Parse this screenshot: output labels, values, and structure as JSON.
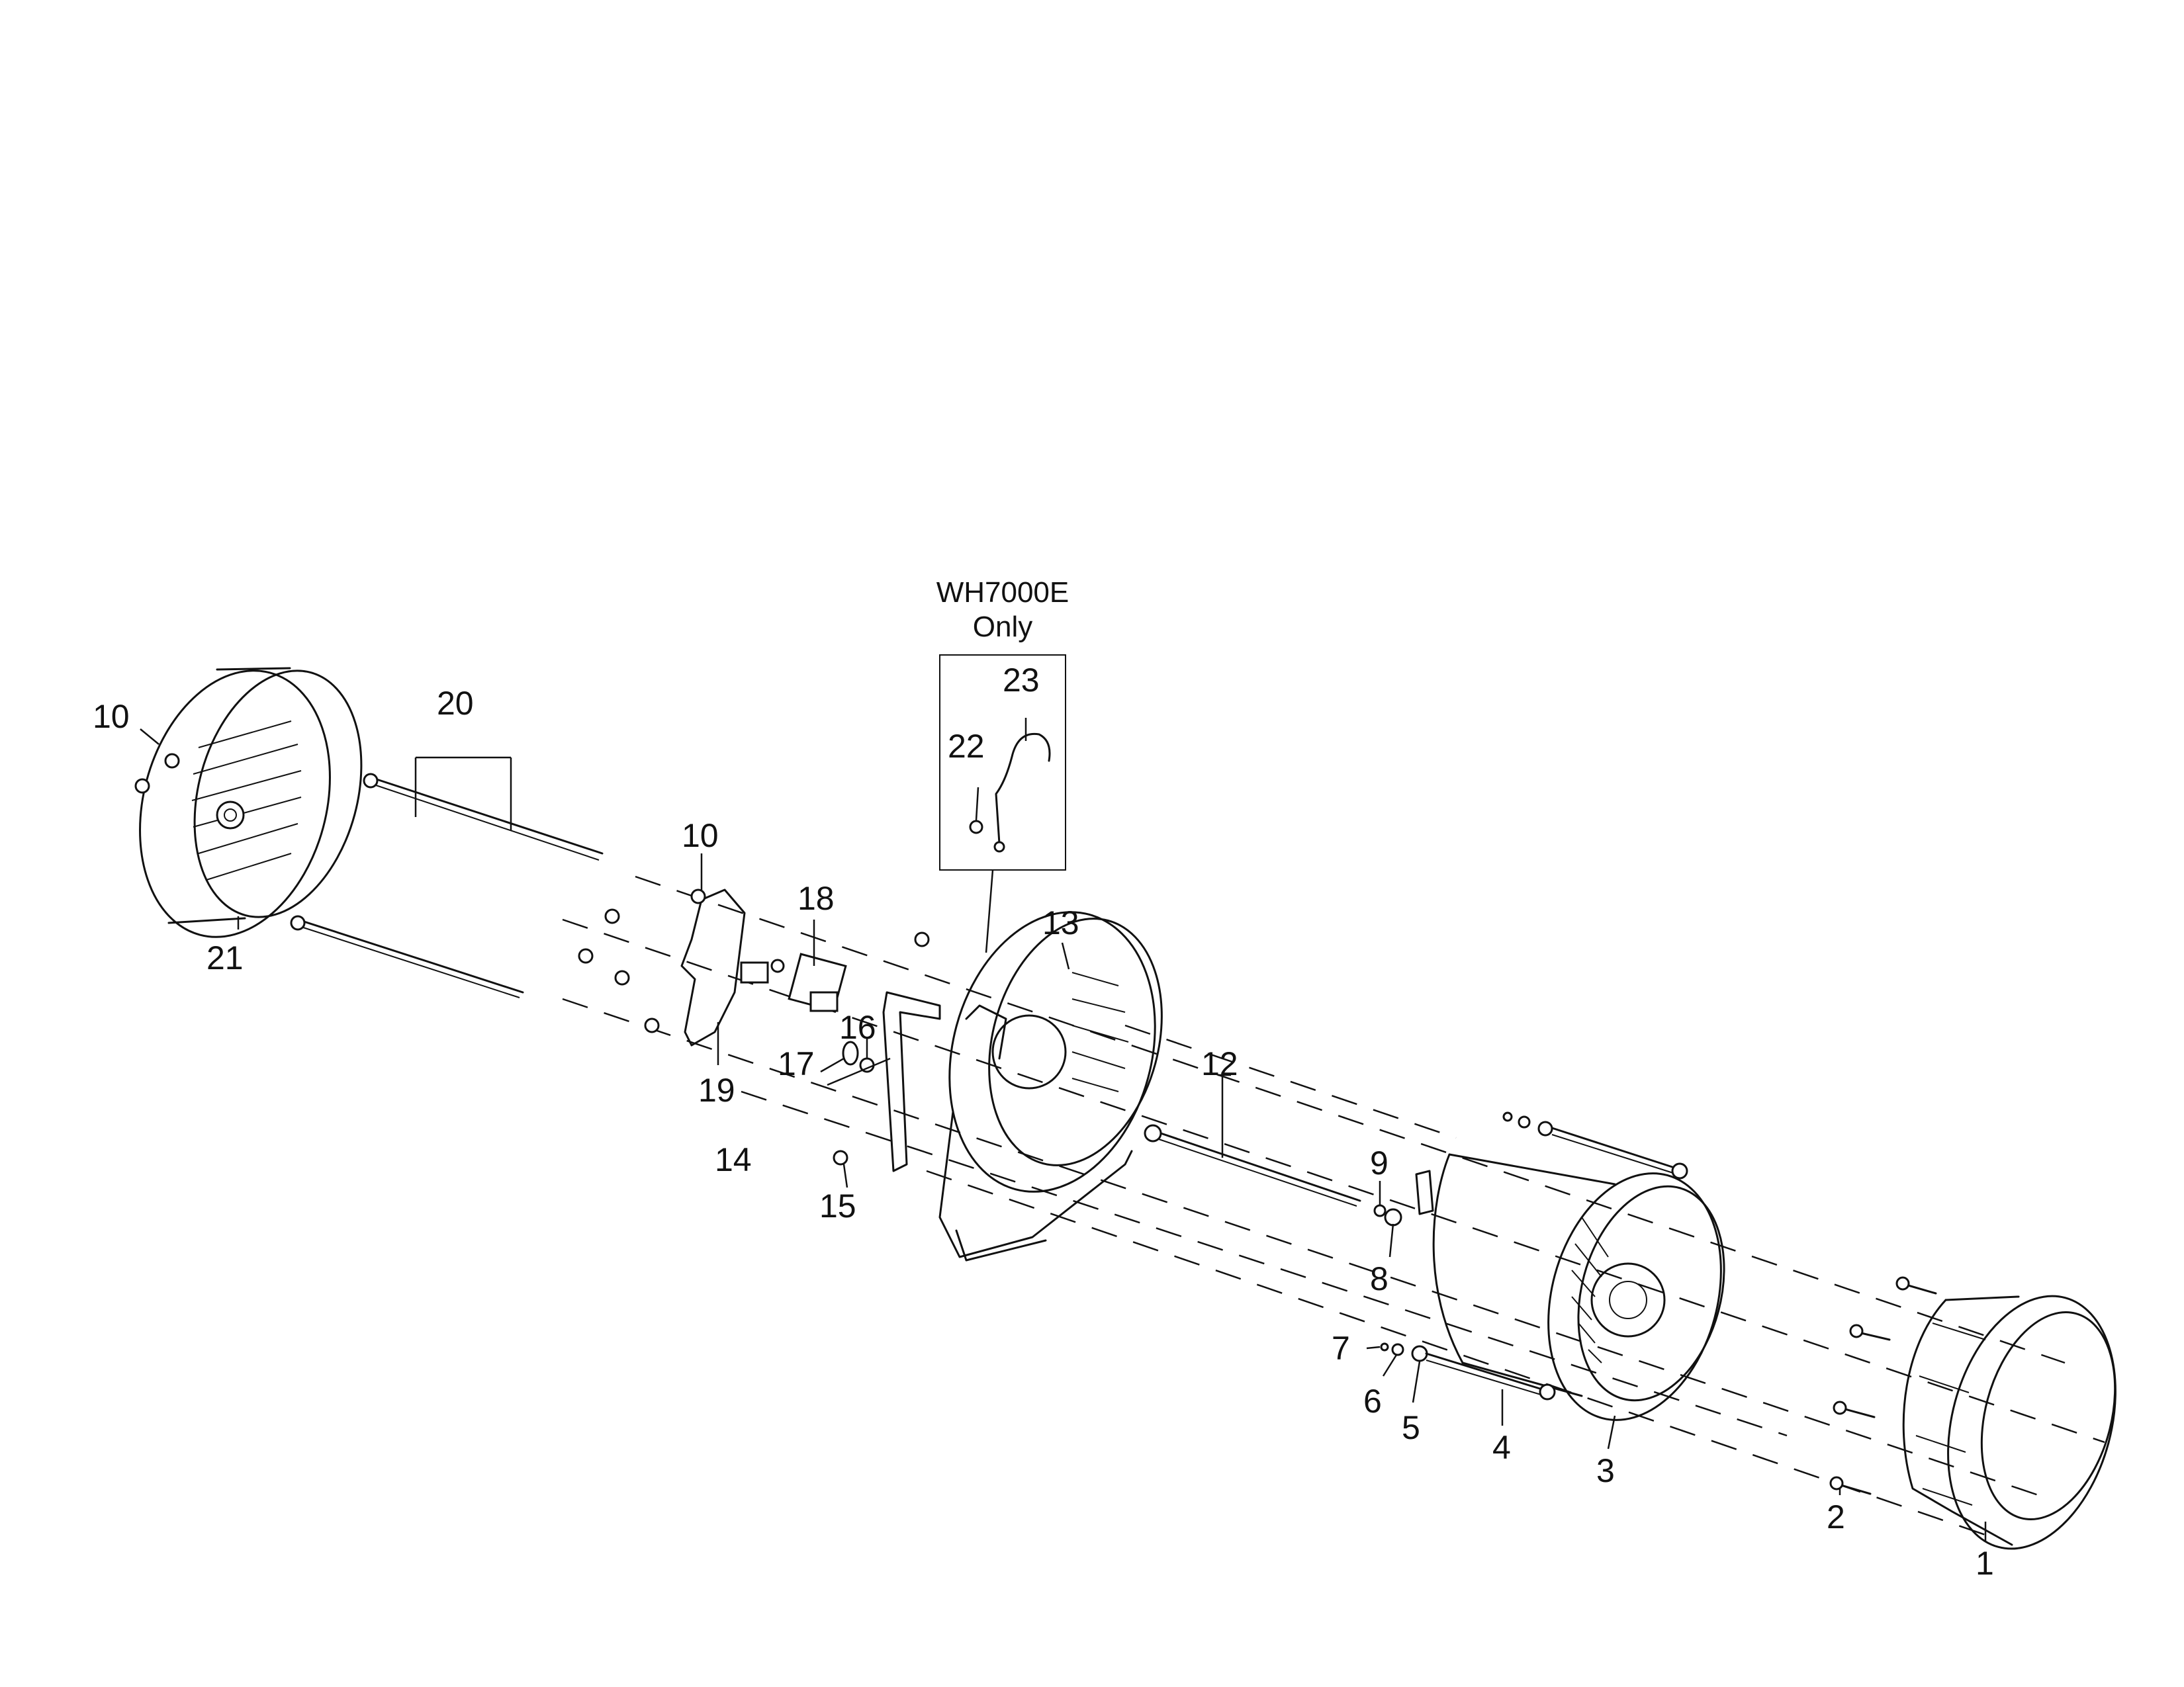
{
  "note": {
    "line1": "WH7000E",
    "line2": "Only"
  },
  "callouts": {
    "c1": "1",
    "c2": "2",
    "c3": "3",
    "c4": "4",
    "c5": "5",
    "c6": "6",
    "c7": "7",
    "c8": "8",
    "c9": "9",
    "c10a": "10",
    "c10b": "10",
    "c12": "12",
    "c13": "13",
    "c14": "14",
    "c15": "15",
    "c16": "16",
    "c17": "17",
    "c18": "18",
    "c19": "19",
    "c20": "20",
    "c21": "21",
    "c22": "22",
    "c23": "23"
  }
}
